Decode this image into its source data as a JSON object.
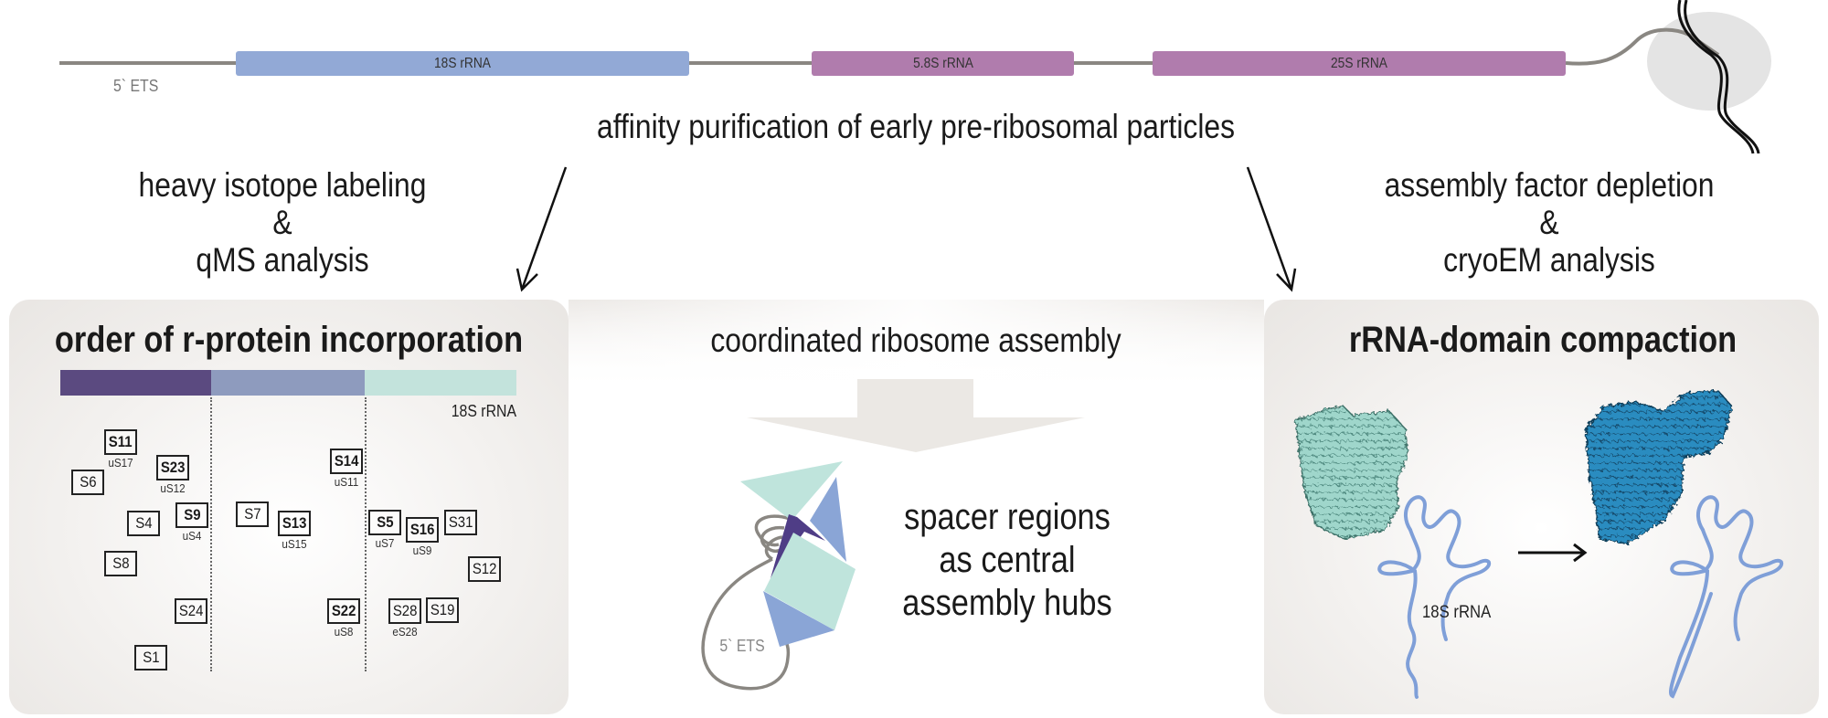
{
  "top": {
    "ets_label": "5` ETS",
    "bars": [
      {
        "label": "18S rRNA",
        "color": "#92a9d6"
      },
      {
        "label": "5.8S rRNA",
        "color": "#b07cad"
      },
      {
        "label": "25S rRNA",
        "color": "#b07cad"
      }
    ],
    "purification_text": "affinity purification of early pre-ribosomal particles"
  },
  "left_method": {
    "line1": "heavy isotope labeling",
    "line2": "&",
    "line3": "qMS analysis"
  },
  "right_method": {
    "line1": "assembly factor depletion",
    "line2": "&",
    "line3": "cryoEM analysis"
  },
  "left_panel": {
    "title": "order of r-protein incorporation",
    "segment_colors": [
      "#5b4a80",
      "#8e9bbe",
      "#c3e3dc"
    ],
    "rrna_label": "18S rRNA",
    "proteins": [
      {
        "name": "S11",
        "sub": "uS17",
        "bold": true
      },
      {
        "name": "S23",
        "sub": "uS12",
        "bold": true
      },
      {
        "name": "S6",
        "sub": "",
        "bold": false
      },
      {
        "name": "S14",
        "sub": "uS11",
        "bold": true
      },
      {
        "name": "S4",
        "sub": "",
        "bold": false
      },
      {
        "name": "S9",
        "sub": "uS4",
        "bold": true
      },
      {
        "name": "S7",
        "sub": "",
        "bold": false
      },
      {
        "name": "S13",
        "sub": "uS15",
        "bold": true
      },
      {
        "name": "S5",
        "sub": "uS7",
        "bold": true
      },
      {
        "name": "S16",
        "sub": "uS9",
        "bold": true
      },
      {
        "name": "S31",
        "sub": "",
        "bold": false
      },
      {
        "name": "S8",
        "sub": "",
        "bold": false
      },
      {
        "name": "S12",
        "sub": "",
        "bold": false
      },
      {
        "name": "S24",
        "sub": "",
        "bold": false
      },
      {
        "name": "S22",
        "sub": "uS8",
        "bold": true
      },
      {
        "name": "S28",
        "sub": "eS28",
        "bold": false
      },
      {
        "name": "S19",
        "sub": "",
        "bold": false
      },
      {
        "name": "S1",
        "sub": "",
        "bold": false
      }
    ]
  },
  "middle": {
    "title": "coordinated ribosome assembly",
    "ets_label": "5` ETS",
    "line1": "spacer regions",
    "line2": "as central",
    "line3": "assembly hubs"
  },
  "right_panel": {
    "title": "rRNA-domain compaction",
    "rrna_label": "18S rRNA",
    "map_colors": [
      "#9fd6cb",
      "#2b8cc0"
    ]
  }
}
